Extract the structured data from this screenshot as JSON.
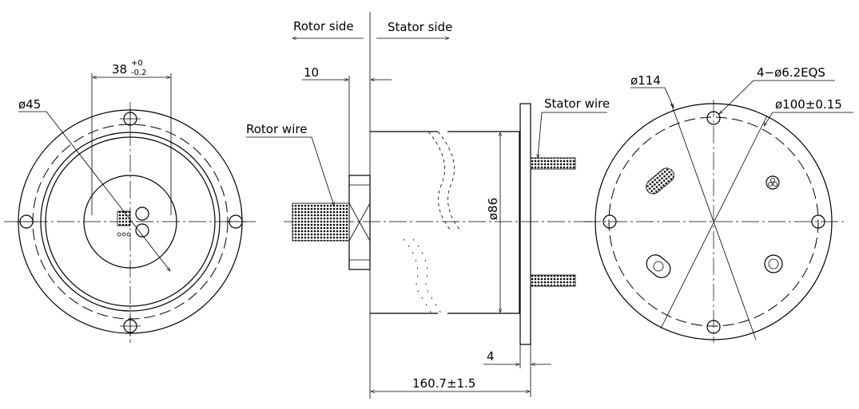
{
  "title": "Slip ring outline drawing",
  "labels": {
    "rotor_side": "Rotor side",
    "stator_side": "Stator side",
    "dim_10": "10",
    "dim_38": "38",
    "dim_38_upper": "+0",
    "dim_38_lower": "-0.2",
    "dim_45": "ø45",
    "rotor_wire": "Rotor wire",
    "dim_86": "ø86",
    "stator_wire": "Stator wire",
    "dim_4": "4",
    "dim_length": "160.7±1.5",
    "dim_114": "ø114",
    "dim_holes": "4−ø6.2EQS",
    "dim_100": "ø100±0.15"
  }
}
